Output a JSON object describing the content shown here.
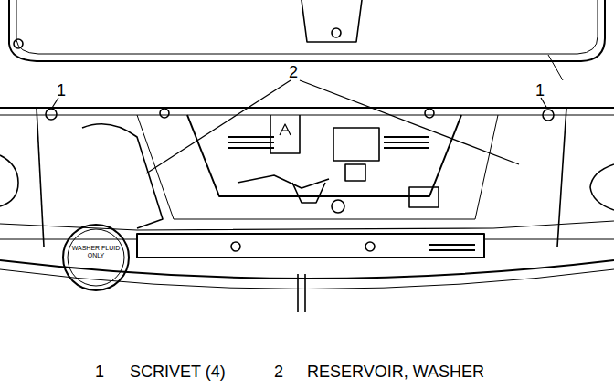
{
  "diagram": {
    "labels": [
      "1",
      "2",
      "1",
      "WASHER FLUID ONLY",
      "1",
      "SCRIVET (4)",
      "2",
      "RESERVOIR, WASHER"
    ]
  }
}
